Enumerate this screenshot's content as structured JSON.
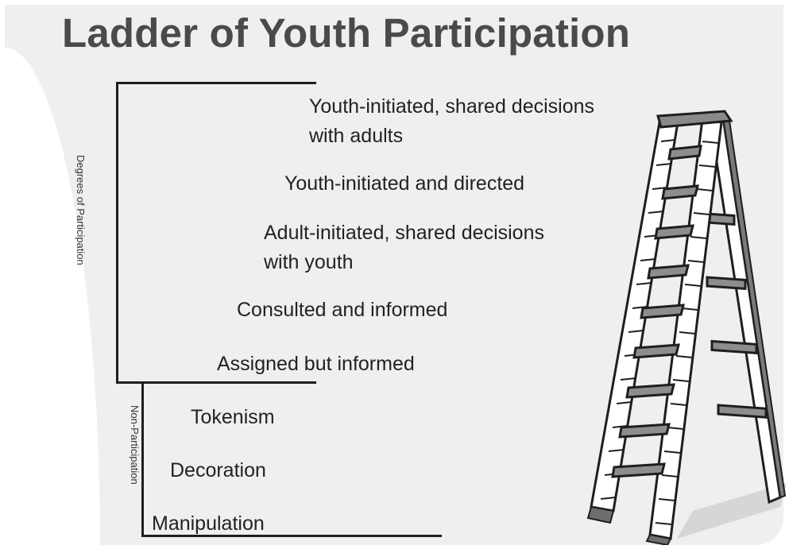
{
  "title": "Ladder of Youth Participation",
  "groups": {
    "participation": "Degrees of Participation",
    "non_participation": "Non-Participation"
  },
  "rungs": [
    "Youth-initiated, shared decisions with adults",
    "Youth-initiated and directed",
    "Adult-initiated, shared decisions with youth",
    "Consulted and informed",
    "Assigned but informed",
    "Tokenism",
    "Decoration",
    "Manipulation"
  ],
  "rung_lines": {
    "r1_line1": "Youth-initiated, shared decisions",
    "r1_line2": "with adults",
    "r3_line1": "Adult-initiated, shared decisions",
    "r3_line2": "with youth"
  },
  "colors": {
    "background": "#efefef",
    "title": "#4a4a4a",
    "text": "#222222"
  },
  "icon": "stepladder-icon"
}
